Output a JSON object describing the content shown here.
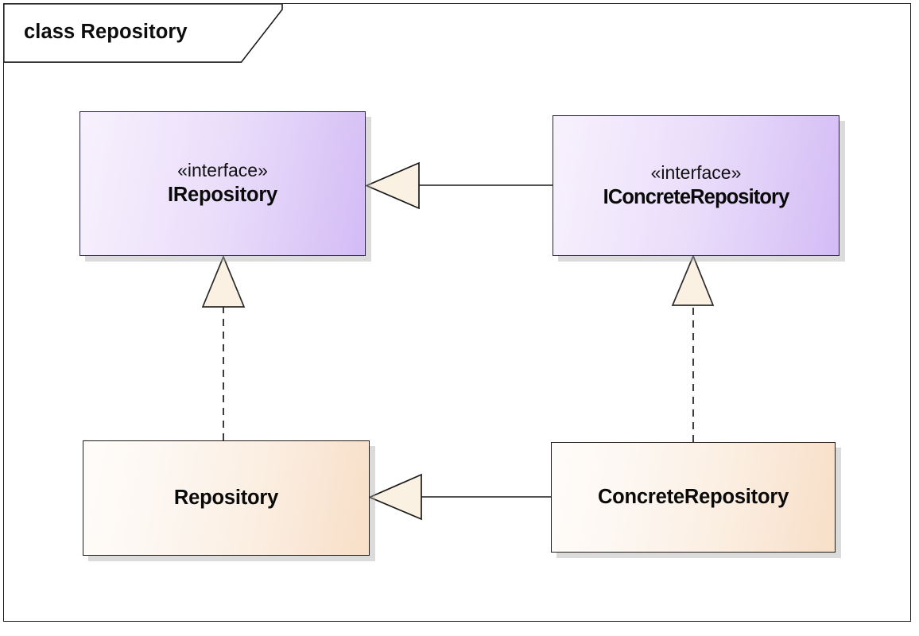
{
  "diagram": {
    "title": "class Repository",
    "frame_label": "class Repository",
    "type": "uml-class-diagram",
    "background_color": "#ffffff",
    "frame_border_color": "#1a1a1a"
  },
  "nodes": [
    {
      "id": "irepository",
      "stereotype": "«interface»",
      "name": "IRepository",
      "kind": "interface",
      "fill_start": "#f7f1fd",
      "fill_end": "#d3bbf5",
      "border_color": "#2b2140"
    },
    {
      "id": "iconcreterepository",
      "stereotype": "«interface»",
      "name": "IConcreteRepository",
      "kind": "interface",
      "fill_start": "#f7f1fd",
      "fill_end": "#d3bbf5",
      "border_color": "#2b2140"
    },
    {
      "id": "repository",
      "stereotype": "",
      "name": "Repository",
      "kind": "class",
      "fill_start": "#fefcfa",
      "fill_end": "#f8dfc8",
      "border_color": "#211c18"
    },
    {
      "id": "concreterepository",
      "stereotype": "",
      "name": "ConcreteRepository",
      "kind": "class",
      "fill_start": "#fefcfa",
      "fill_end": "#f8dfc8",
      "border_color": "#211c18"
    }
  ],
  "edges": [
    {
      "id": "edge-iconcrete-to-irepository",
      "from": "iconcreterepository",
      "to": "irepository",
      "relation": "generalization",
      "line_style": "solid",
      "arrowhead": "hollow-triangle",
      "arrowhead_fill": "#faf1e2",
      "arrowhead_stroke": "#1a1a1a"
    },
    {
      "id": "edge-concrete-to-repository",
      "from": "concreterepository",
      "to": "repository",
      "relation": "generalization",
      "line_style": "solid",
      "arrowhead": "hollow-triangle",
      "arrowhead_fill": "#faf1e2",
      "arrowhead_stroke": "#1a1a1a"
    },
    {
      "id": "edge-repository-to-irepository",
      "from": "repository",
      "to": "irepository",
      "relation": "realization",
      "line_style": "dashed",
      "arrowhead": "hollow-triangle",
      "arrowhead_fill": "#faf1e2",
      "arrowhead_stroke": "#1a1a1a"
    },
    {
      "id": "edge-concrete-to-iconcrete",
      "from": "concreterepository",
      "to": "iconcreterepository",
      "relation": "realization",
      "line_style": "dashed",
      "arrowhead": "hollow-triangle",
      "arrowhead_fill": "#faf1e2",
      "arrowhead_stroke": "#1a1a1a"
    }
  ]
}
